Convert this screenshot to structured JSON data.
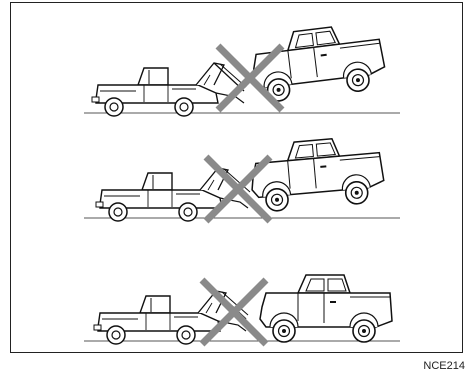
{
  "figure": {
    "code": "NCE214"
  },
  "panels": [
    {
      "id": "scene-1",
      "crossed_out": true
    },
    {
      "id": "scene-2",
      "crossed_out": true
    },
    {
      "id": "scene-3",
      "crossed_out": true
    }
  ],
  "colors": {
    "border": "#222222",
    "line": "#111111",
    "ground": "#555555",
    "cross": "#8a8a8a",
    "background": "#ffffff"
  }
}
